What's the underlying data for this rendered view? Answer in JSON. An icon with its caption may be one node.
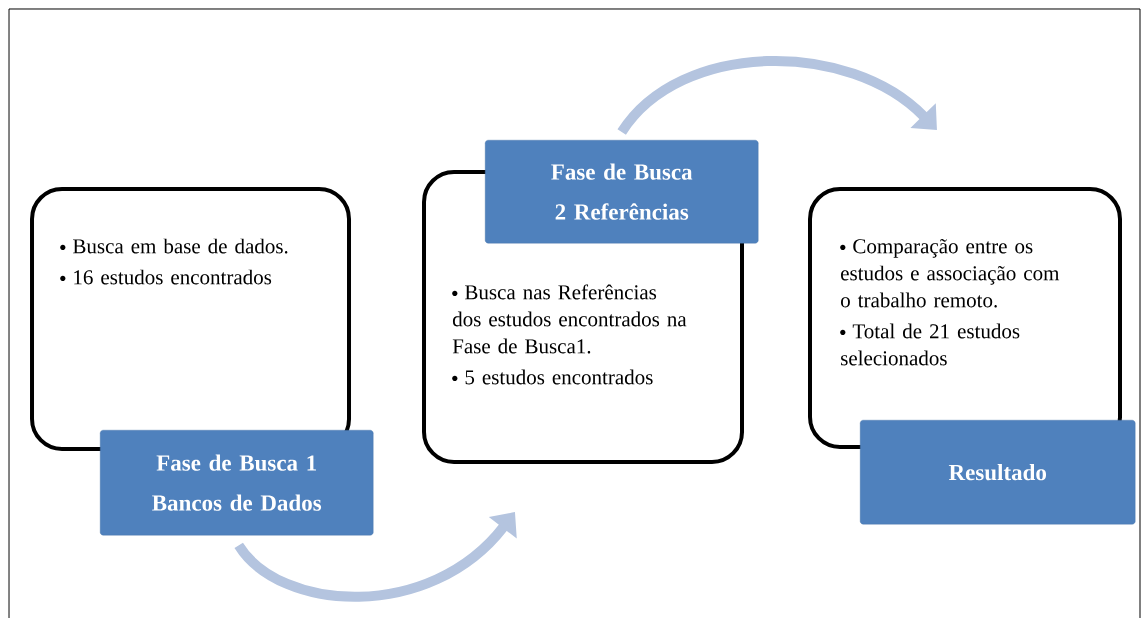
{
  "diagram": {
    "nodes": [
      {
        "text": [
          "Busca em base de dados.",
          "16 estudos encontrados"
        ]
      },
      {
        "text": [
          "Fase de Busca 1 Bancos de Dados"
        ]
      },
      {
        "text": [
          "Busca nas Referências dos estudos encontrados na Fase de Busca1.",
          "5 estudos encontrados"
        ]
      },
      {
        "text": [
          "Fase de Busca 2 Referências"
        ]
      },
      {
        "text": [
          "Comparação entre os estudos e associação com o trabalho remoto.",
          "Total de 21 estudos selecionados"
        ]
      },
      {
        "text": [
          "Resultado"
        ]
      }
    ],
    "edges": [
      {
        "from": 1,
        "to": 2,
        "arrow": "to"
      },
      {
        "from": 3,
        "to": 4,
        "arrow": "to"
      }
    ]
  }
}
